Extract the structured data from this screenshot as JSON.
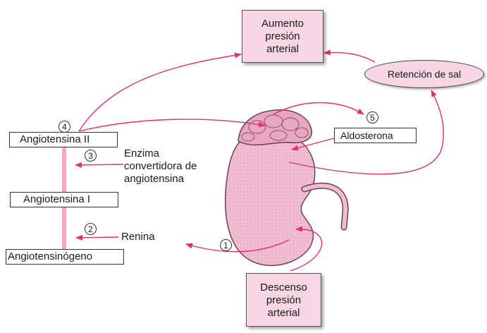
{
  "nodes": {
    "aumento": [
      "Aumento",
      "presión",
      "arterial"
    ],
    "descenso": [
      "Descenso",
      "presión",
      "arterial"
    ],
    "retencion": "Retención de sal",
    "aldosterona": "Aldosterona",
    "angiotensina2": "Angiotensina II",
    "angiotensina1": "Angiotensina I",
    "angiotensinogeno": "Angiotensinógeno"
  },
  "labels": {
    "enzima": [
      "Enzima",
      "convertidora de",
      "angiotensina"
    ],
    "renina": "Renina"
  },
  "steps": {
    "s1": "1",
    "s2": "2",
    "s3": "3",
    "s4": "4",
    "s5": "5"
  },
  "colors": {
    "arrow": "#e0306f",
    "kidney": "#f2bcd0",
    "adrenal": "#e8a6c1",
    "box_fill": "#f7d6e3",
    "column": "#f5a9c6"
  }
}
